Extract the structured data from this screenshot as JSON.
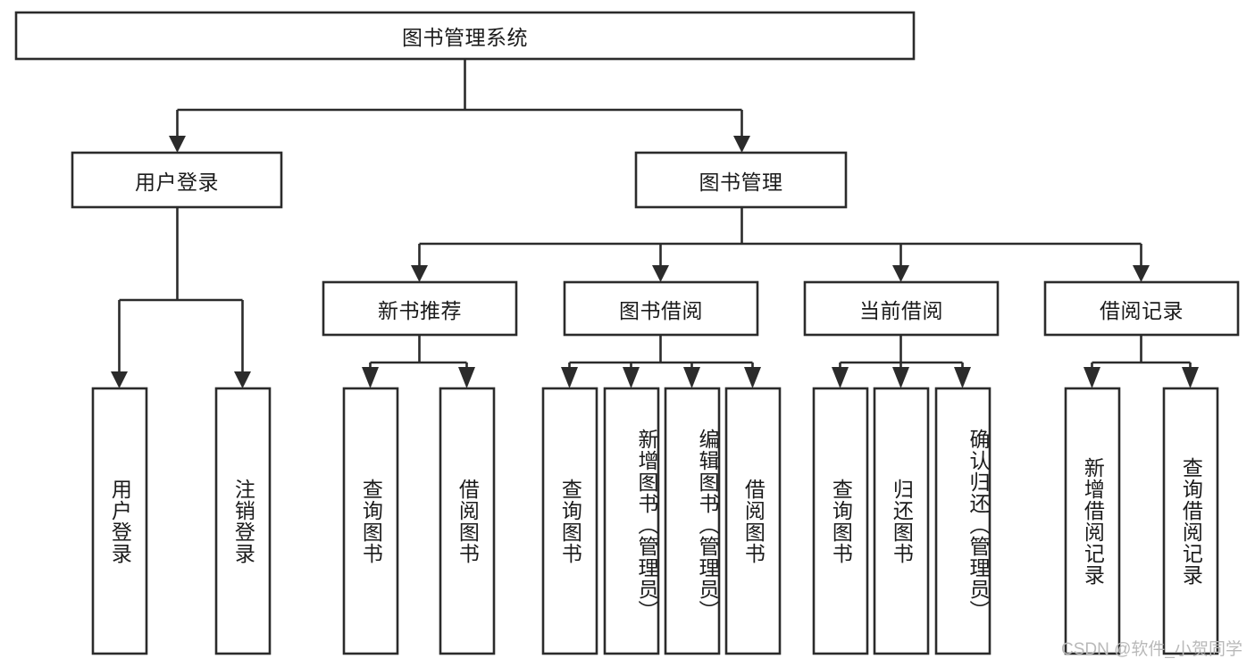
{
  "diagram": {
    "type": "tree-hierarchy-chart",
    "title": "图书管理系统",
    "orientation": "top-down",
    "stroke_color": "#2b2b2b",
    "fill_color": "#ffffff",
    "text_color": "#1b1b1b",
    "levels": [
      {
        "level": 1,
        "nodes": [
          {
            "id": "root",
            "label": "图书管理系统",
            "text_orientation": "horizontal"
          }
        ]
      },
      {
        "level": 2,
        "nodes": [
          {
            "id": "login",
            "label": "用户登录",
            "parent": "root",
            "text_orientation": "horizontal"
          },
          {
            "id": "bookmgmt",
            "label": "图书管理",
            "parent": "root",
            "text_orientation": "horizontal"
          }
        ]
      },
      {
        "level": 3,
        "nodes": [
          {
            "id": "newbook",
            "label": "新书推荐",
            "parent": "bookmgmt",
            "text_orientation": "horizontal"
          },
          {
            "id": "borrow",
            "label": "图书借阅",
            "parent": "bookmgmt",
            "text_orientation": "horizontal"
          },
          {
            "id": "current",
            "label": "当前借阅",
            "parent": "bookmgmt",
            "text_orientation": "horizontal"
          },
          {
            "id": "records",
            "label": "借阅记录",
            "parent": "bookmgmt",
            "text_orientation": "horizontal"
          }
        ]
      },
      {
        "level": 4,
        "nodes": [
          {
            "id": "leaf1",
            "label": "用户登录",
            "parent": "login",
            "text_orientation": "vertical"
          },
          {
            "id": "leaf2",
            "label": "注销登录",
            "parent": "login",
            "text_orientation": "vertical"
          },
          {
            "id": "leaf3",
            "label": "查询图书",
            "parent": "newbook",
            "text_orientation": "vertical"
          },
          {
            "id": "leaf4",
            "label": "借阅图书",
            "parent": "newbook",
            "text_orientation": "vertical"
          },
          {
            "id": "leaf5",
            "label": "查询图书",
            "parent": "borrow",
            "text_orientation": "vertical"
          },
          {
            "id": "leaf6",
            "label": "新增图书（管理员）",
            "parent": "borrow",
            "text_orientation": "vertical"
          },
          {
            "id": "leaf7",
            "label": "编辑图书（管理员）",
            "parent": "borrow",
            "text_orientation": "vertical"
          },
          {
            "id": "leaf8",
            "label": "借阅图书",
            "parent": "borrow",
            "text_orientation": "vertical"
          },
          {
            "id": "leaf9",
            "label": "查询图书",
            "parent": "current",
            "text_orientation": "vertical"
          },
          {
            "id": "leaf10",
            "label": "归还图书",
            "parent": "current",
            "text_orientation": "vertical"
          },
          {
            "id": "leaf11",
            "label": "确认归还（管理员）",
            "parent": "current",
            "text_orientation": "vertical"
          },
          {
            "id": "leaf12",
            "label": "新增借阅记录",
            "parent": "records",
            "text_orientation": "vertical"
          },
          {
            "id": "leaf13",
            "label": "查询借阅记录",
            "parent": "records",
            "text_orientation": "vertical"
          }
        ]
      }
    ]
  },
  "watermark": {
    "text": "CSDN @软件_小贺同学",
    "color": "#b9b9b9"
  }
}
